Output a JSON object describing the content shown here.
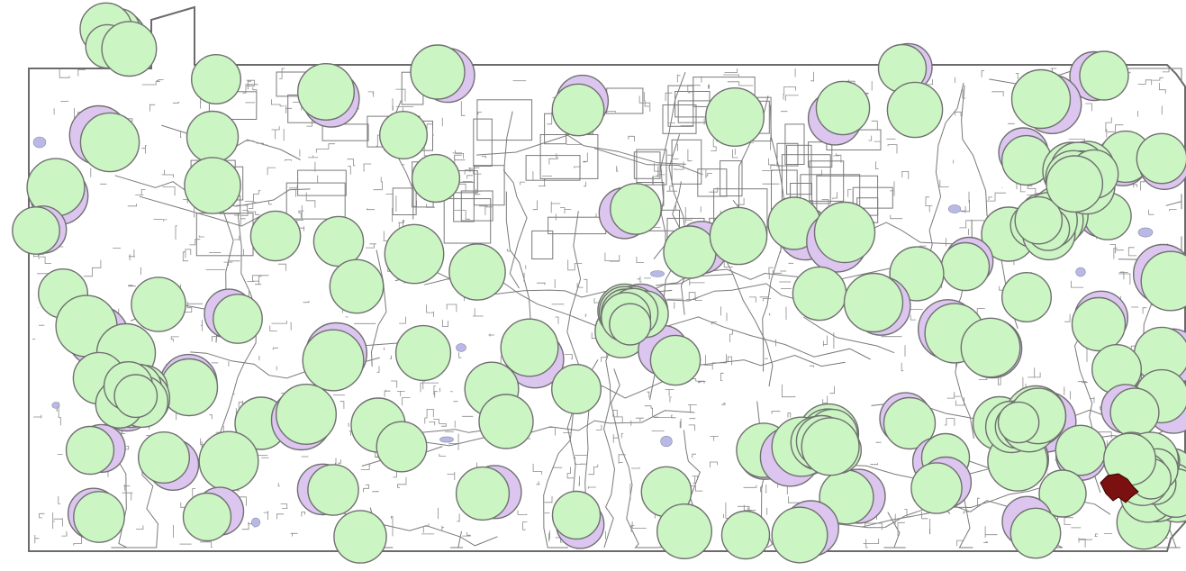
{
  "map": {
    "colors": {
      "background": "#ffffff",
      "boundary": "#7a7a7a",
      "coverage_fill": "#ccf5c4",
      "shadow_fill": "#dcc6f0",
      "lake_fill": "#b9b9e6",
      "selected_region_fill": "#7a1010"
    },
    "layers": [
      {
        "name": "municipal-boundaries",
        "kind": "polygon-lines"
      },
      {
        "name": "water-bodies",
        "kind": "polygon",
        "fill": "#b9b9e6"
      },
      {
        "name": "coverage-circles",
        "kind": "circle",
        "fill": "#ccf5c4",
        "offset_fill": "#dcc6f0"
      },
      {
        "name": "highlighted-region",
        "kind": "polygon",
        "fill": "#7a1010"
      }
    ]
  }
}
